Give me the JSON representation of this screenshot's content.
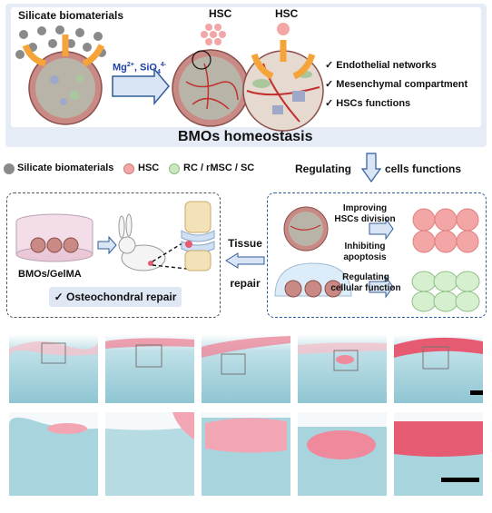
{
  "top": {
    "silicate_label": "Silicate biomaterials",
    "ion_label_main": "Mg",
    "ion_label_mg_sup": "2+",
    "ion_label_si": ", SiO",
    "ion_label_si_sub": "4",
    "ion_label_si_sup": "4-",
    "hsc_label_1": "HSC",
    "hsc_label_2": "HSC",
    "checklist": [
      "Endothelial networks",
      "Mesenchymal compartment",
      "HSCs functions"
    ],
    "checkmark": "✓",
    "homeostasis_title": "BMOs homeostasis"
  },
  "legend": {
    "items": [
      {
        "label": "Silicate biomaterials",
        "color": "#8a8a8a"
      },
      {
        "label": "HSC",
        "color": "#f2a6a6"
      },
      {
        "label": "RC / rMSC / SC",
        "color": "#c9e8c2"
      }
    ],
    "regulating_a": "Regulating",
    "regulating_b": "cells functions"
  },
  "left_box": {
    "gelma_label": "BMOs/GelMA",
    "repair_label": "Osteochondral repair",
    "checkmark": "✓"
  },
  "tissue_repair": {
    "line1": "Tissue",
    "line2": "repair"
  },
  "right_box": {
    "improving_1": "Improving",
    "improving_2": "HSCs division",
    "inhibiting_1": "Inhibiting",
    "inhibiting_2": "apoptosis",
    "regulating_1": "Regulating",
    "regulating_2": "cellular function"
  },
  "colors": {
    "accent_blue": "#2f5c9a",
    "arrow_orange": "#f5a43a",
    "hsc_pink": "#f2a6a6",
    "cell_green": "#c9e8c2",
    "tissue_teal": "#8fc6d2",
    "stain_red": "#e65a72"
  }
}
